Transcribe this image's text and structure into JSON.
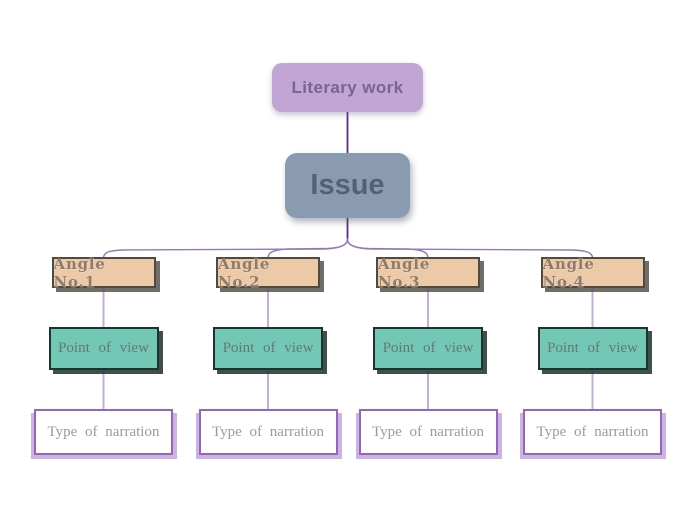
{
  "diagram": {
    "root": {
      "label": "Literary work"
    },
    "issue": {
      "label": "Issue"
    },
    "branches": [
      {
        "angle": "Angle No.1",
        "point_of_view": "Point of view",
        "narration": "Type of narration"
      },
      {
        "angle": "Angle No.2",
        "point_of_view": "Point of view",
        "narration": "Type of narration"
      },
      {
        "angle": "Angle No.3",
        "point_of_view": "Point of view",
        "narration": "Type of narration"
      },
      {
        "angle": "Angle No.4",
        "point_of_view": "Point of view",
        "narration": "Type of narration"
      }
    ],
    "colors": {
      "root_bg": "#c3a5d5",
      "root_text": "#75678c",
      "issue_bg": "#8a9ab1",
      "issue_text": "#556173",
      "angle_bg": "#ecc9a7",
      "angle_border": "#4f4a42",
      "angle_text": "#8d7b6d",
      "pov_bg": "#72c7b5",
      "pov_border": "#1f332e",
      "pov_text": "#647a73",
      "narration_bg": "#ffffff",
      "narration_border": "#9666bd",
      "narration_shadow": "#cbb3e3",
      "narration_text": "#9b9b9b",
      "connector_dark": "#5d2b7d",
      "connector_mid": "#9678b8",
      "connector_light": "#c2afda"
    }
  }
}
